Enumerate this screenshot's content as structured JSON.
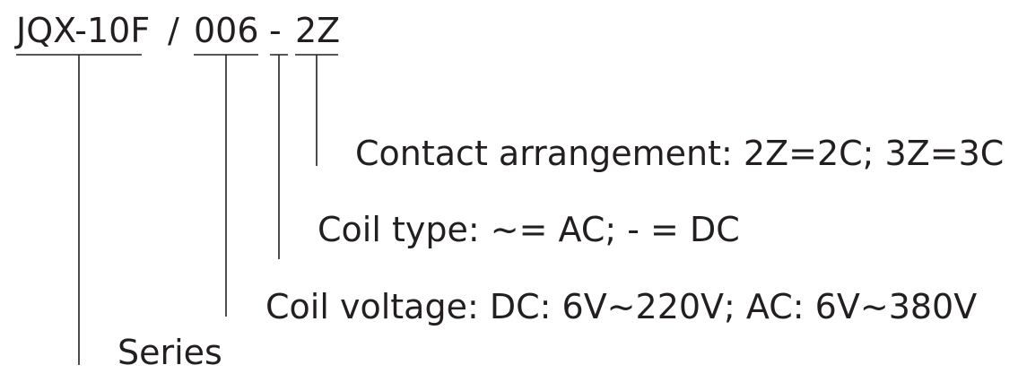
{
  "code": {
    "series": "JQX-10F",
    "sep_slash": "/",
    "voltage": "006",
    "sep_dash": "-",
    "coil_type": "",
    "contact": "2Z"
  },
  "labels": {
    "contact": "Contact arrangement: 2Z=2C; 3Z=3C",
    "coil_type": "Coil type: ~= AC; - = DC",
    "voltage": "Coil voltage: DC: 6V~220V; AC: 6V~380V",
    "series": "Series"
  },
  "colors": {
    "ink": "#231f20",
    "background": "#ffffff"
  }
}
